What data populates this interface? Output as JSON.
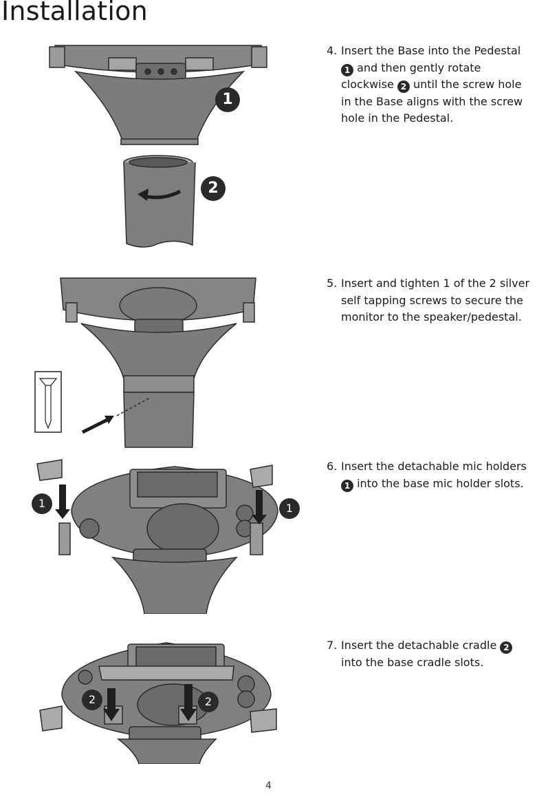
{
  "page": {
    "title": "Installation",
    "page_number": "4"
  },
  "steps": [
    {
      "number": "4.",
      "parts": [
        "Insert the Base into the Pedestal",
        "1",
        "and then gently rotate clockwise",
        "2",
        "until the screw hole in the Base aligns with the screw hole in the Pedestal."
      ]
    },
    {
      "number": "5.",
      "text": "Insert and tighten 1 of the 2 silver self tapping screws to secure the monitor to the speaker/pedestal."
    },
    {
      "number": "6.",
      "parts": [
        "Insert the detachable mic holders",
        "1",
        "into the base mic holder slots."
      ]
    },
    {
      "number": "7.",
      "parts": [
        "Insert the detachable cradle",
        "2",
        "into the base cradle slots."
      ]
    }
  ],
  "callouts": {
    "one": "1",
    "two": "2"
  },
  "colors": {
    "unit_fill": "#7c7c7c",
    "unit_dark": "#5a5a5a",
    "outline": "#2b2b2b",
    "badge": "#2a2a2a"
  }
}
